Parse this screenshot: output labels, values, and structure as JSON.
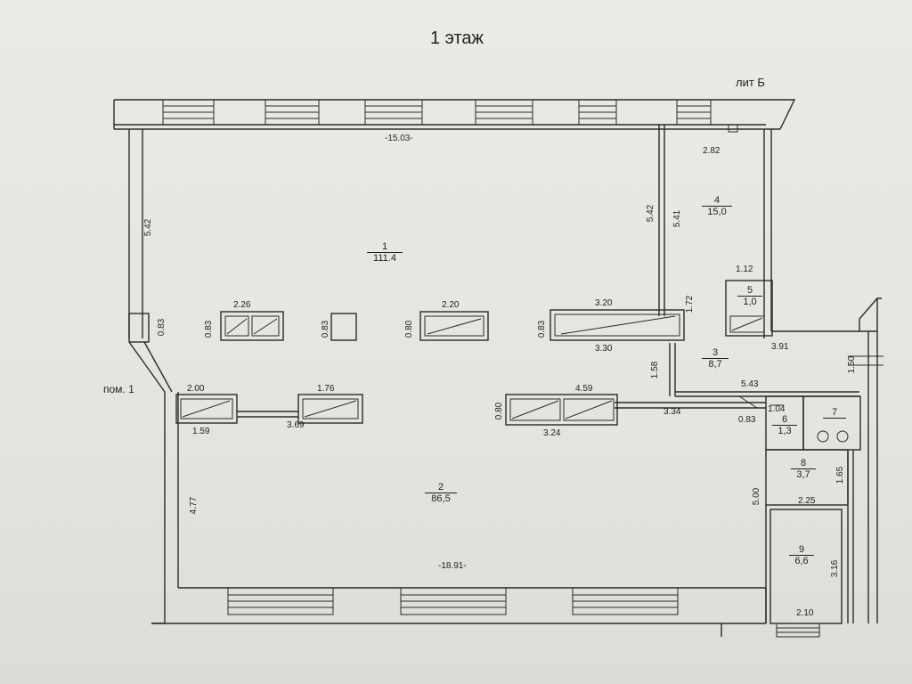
{
  "title": "1 этаж",
  "building_label": "лит Б",
  "premise_label": "пом. 1",
  "rooms": [
    {
      "num": "1",
      "area": "111.4"
    },
    {
      "num": "2",
      "area": "86,5"
    },
    {
      "num": "3",
      "area": "8,7"
    },
    {
      "num": "4",
      "area": "15,0"
    },
    {
      "num": "5",
      "area": "1,0"
    },
    {
      "num": "6",
      "area": "1,3"
    },
    {
      "num": "7",
      "area": ""
    },
    {
      "num": "8",
      "area": "3,7"
    },
    {
      "num": "9",
      "area": "6,6"
    }
  ],
  "dimensions": {
    "top_length": "-15.03-",
    "bottom_length": "-18.91-",
    "left_upper": "5.42",
    "left_col": "0.83",
    "left_lower": "4.77",
    "partition_right_a": "5.42",
    "partition_right_b": "5.41",
    "room4_width": "2.82",
    "room5_width": "1.12",
    "room5_height": "1.72",
    "room3_width": "3.91",
    "room3_height": "1.58",
    "right_stair": "1.50",
    "room3_bottom": "5.43",
    "room6_width": "1.04",
    "room6_depth": "0.83",
    "room8_height": "1.65",
    "room8_width": "2.25",
    "room2_right": "5.00",
    "room9_height": "3.16",
    "room9_width": "2.10",
    "col_2_26": "2.26",
    "col_0_83_a": "0.83",
    "col_0_83_b": "0.83",
    "col_0_80_a": "0.80",
    "col_2_20": "2.20",
    "col_0_83_c": "0.83",
    "col_3_20": "3.20",
    "col_3_30": "3.30",
    "cab_2_00": "2.00",
    "cab_1_59": "1.59",
    "cab_1_76": "1.76",
    "cab_3_69": "3.69",
    "cab_4_59": "4.59",
    "cab_0_80": "0.80",
    "cab_3_24": "3.24",
    "cab_3_34": "3.34",
    "cab_0_83": "0.83"
  }
}
